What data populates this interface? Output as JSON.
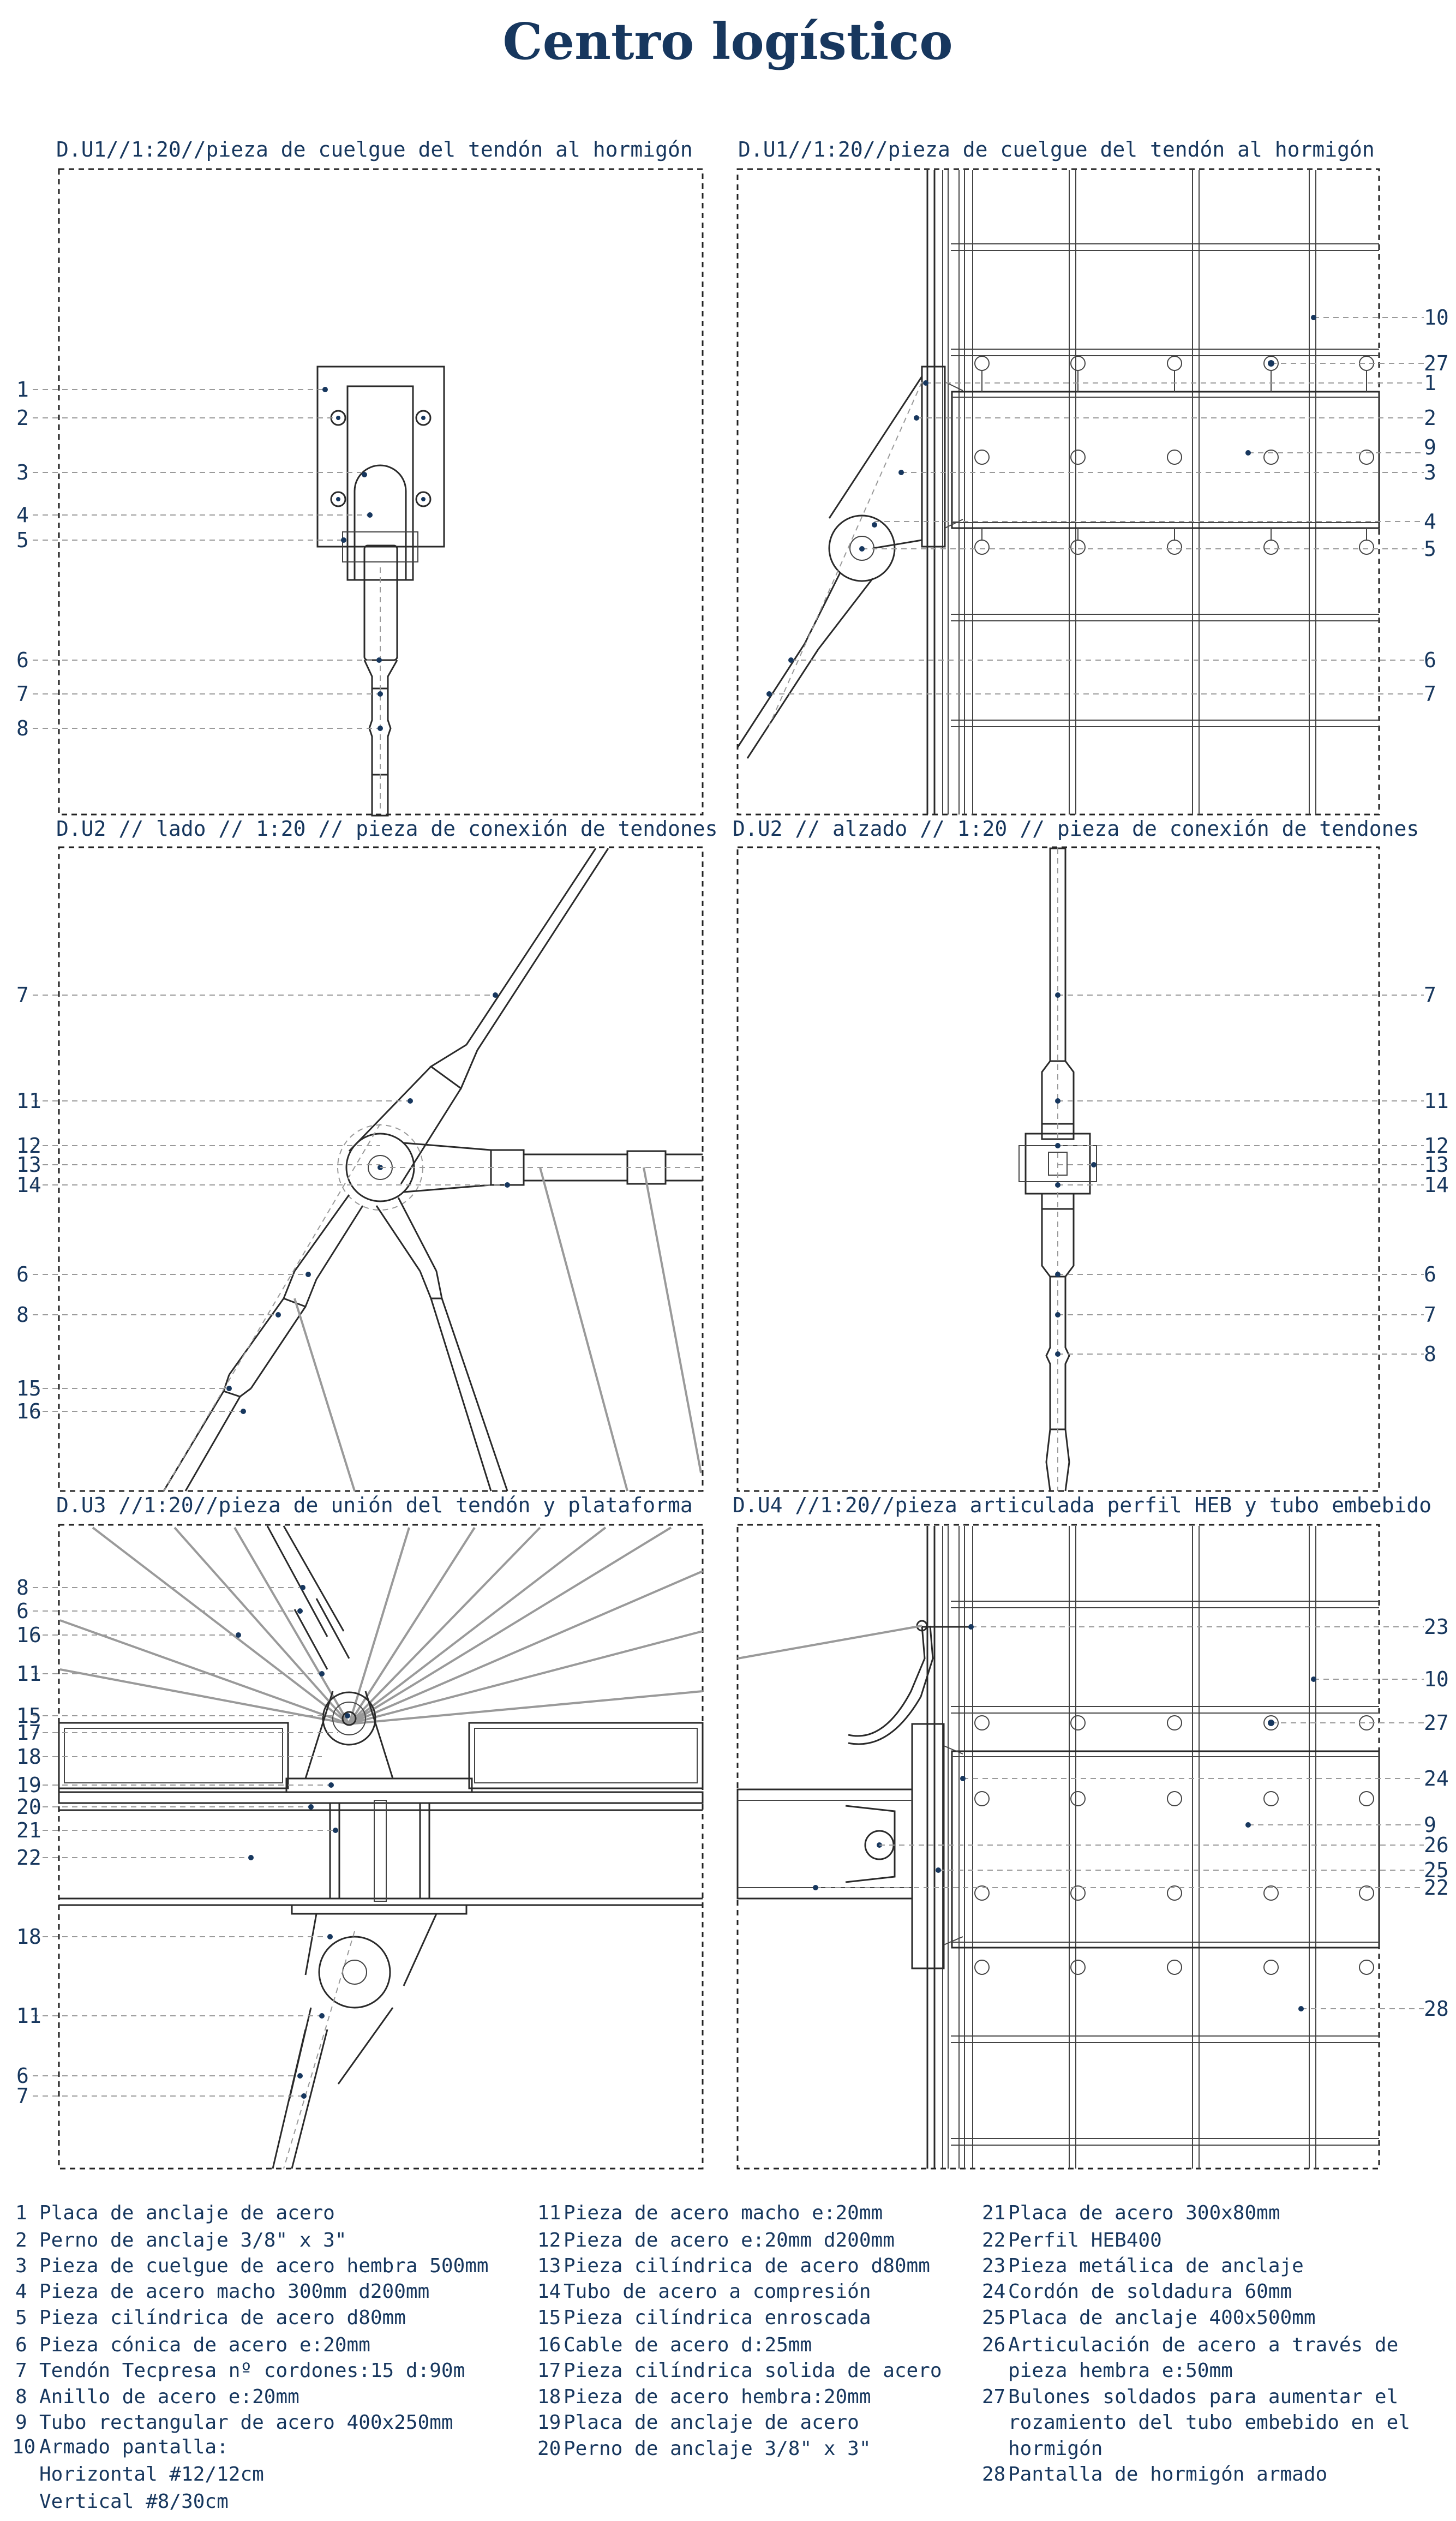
{
  "title": "Centro logístico",
  "panels": [
    {
      "title": "D.U1//1:20//pieza de cuelgue del tendón al hormigón",
      "labels": [
        "1",
        "2",
        "3",
        "4",
        "5",
        "6",
        "7",
        "8"
      ]
    },
    {
      "title": "D.U1//1:20//pieza de cuelgue del tendón al hormigón",
      "labels": [
        "10",
        "27",
        "1",
        "2",
        "9",
        "3",
        "4",
        "5",
        "6",
        "7"
      ]
    },
    {
      "title": "D.U2 // lado // 1:20 // pieza de conexión de tendones",
      "labels": [
        "7",
        "11",
        "12",
        "13",
        "14",
        "6",
        "8",
        "15",
        "16"
      ]
    },
    {
      "title": "D.U2 // alzado // 1:20 // pieza de conexión de tendones",
      "labels": [
        "7",
        "11",
        "12",
        "13",
        "14",
        "6",
        "7",
        "8"
      ]
    },
    {
      "title": "D.U3 //1:20//pieza de unión del tendón y plataforma",
      "labels": [
        "8",
        "6",
        "16",
        "11",
        "15",
        "17",
        "18",
        "19",
        "20",
        "21",
        "22",
        "18",
        "11",
        "6",
        "7"
      ]
    },
    {
      "title": "D.U4 //1:20//pieza articulada perfil HEB y tubo embebido",
      "labels": [
        "23",
        "10",
        "27",
        "24",
        "9",
        "26",
        "25",
        "22",
        "28"
      ]
    }
  ],
  "legend": {
    "col1": [
      {
        "n": "1",
        "t": "Placa de anclaje de acero"
      },
      {
        "n": "2",
        "t": "Perno de anclaje 3/8\" x 3\""
      },
      {
        "n": "3",
        "t": "Pieza de cuelgue de acero hembra 500mm"
      },
      {
        "n": "4",
        "t": "Pieza de acero macho 300mm d200mm"
      },
      {
        "n": "5",
        "t": "Pieza cilíndrica de acero d80mm"
      },
      {
        "n": "6",
        "t": "Pieza cónica de acero e:20mm"
      },
      {
        "n": "7",
        "t": "Tendón Tecpresa nº cordones:15 d:90m"
      },
      {
        "n": "8",
        "t": "Anillo de acero e:20mm"
      },
      {
        "n": "9",
        "t": "Tubo rectangular de acero 400x250mm"
      },
      {
        "n": "10",
        "t": "Armado pantalla:"
      },
      {
        "n": "",
        "t": "Horizontal #12/12cm"
      },
      {
        "n": "",
        "t": "Vertical #8/30cm"
      }
    ],
    "col2": [
      {
        "n": "11",
        "t": "Pieza de acero macho e:20mm"
      },
      {
        "n": "12",
        "t": "Pieza de acero e:20mm d200mm"
      },
      {
        "n": "13",
        "t": "Pieza cilíndrica de acero d80mm"
      },
      {
        "n": "14",
        "t": "Tubo de acero a compresión"
      },
      {
        "n": "15",
        "t": "Pieza cilíndrica enroscada"
      },
      {
        "n": "16",
        "t": "Cable de acero d:25mm"
      },
      {
        "n": "17",
        "t": "Pieza cilíndrica solida de acero"
      },
      {
        "n": "18",
        "t": "Pieza de acero hembra:20mm"
      },
      {
        "n": "19",
        "t": "Placa de anclaje de acero"
      },
      {
        "n": "20",
        "t": "Perno de anclaje 3/8\" x 3\""
      }
    ],
    "col3": [
      {
        "n": "21",
        "t": "Placa de acero 300x80mm"
      },
      {
        "n": "22",
        "t": "Perfil HEB400"
      },
      {
        "n": "23",
        "t": "Pieza metálica de anclaje"
      },
      {
        "n": "24",
        "t": "Cordón de soldadura 60mm"
      },
      {
        "n": "25",
        "t": "Placa de anclaje 400x500mm"
      },
      {
        "n": "26",
        "t": "Articulación de acero a través de"
      },
      {
        "n": "",
        "t": "pieza hembra e:50mm"
      },
      {
        "n": "27",
        "t": "Bulones soldados para aumentar el"
      },
      {
        "n": "",
        "t": "rozamiento del tubo embebido en el"
      },
      {
        "n": "",
        "t": "hormigón"
      },
      {
        "n": "28",
        "t": "Pantalla de hormigón armado"
      }
    ]
  }
}
